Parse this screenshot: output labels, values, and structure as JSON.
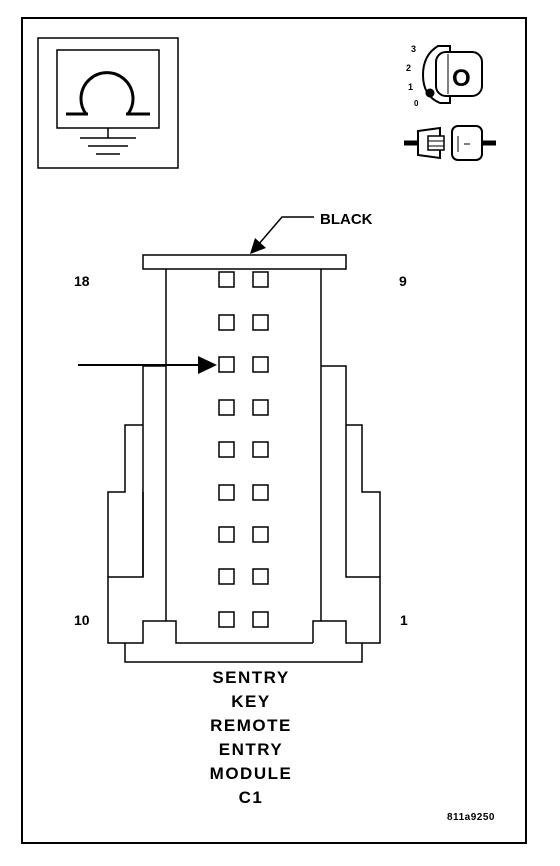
{
  "connector_color": "BLACK",
  "pin_numbers": {
    "top_left": "18",
    "top_right": "9",
    "bottom_left": "10",
    "bottom_right": "1"
  },
  "ignition_positions": [
    "3",
    "2",
    "1",
    "0"
  ],
  "title_lines": [
    "SENTRY",
    "KEY",
    "REMOTE",
    "ENTRY",
    "MODULE",
    "C1"
  ],
  "figure_id": "811a9250",
  "key_letter": "O"
}
